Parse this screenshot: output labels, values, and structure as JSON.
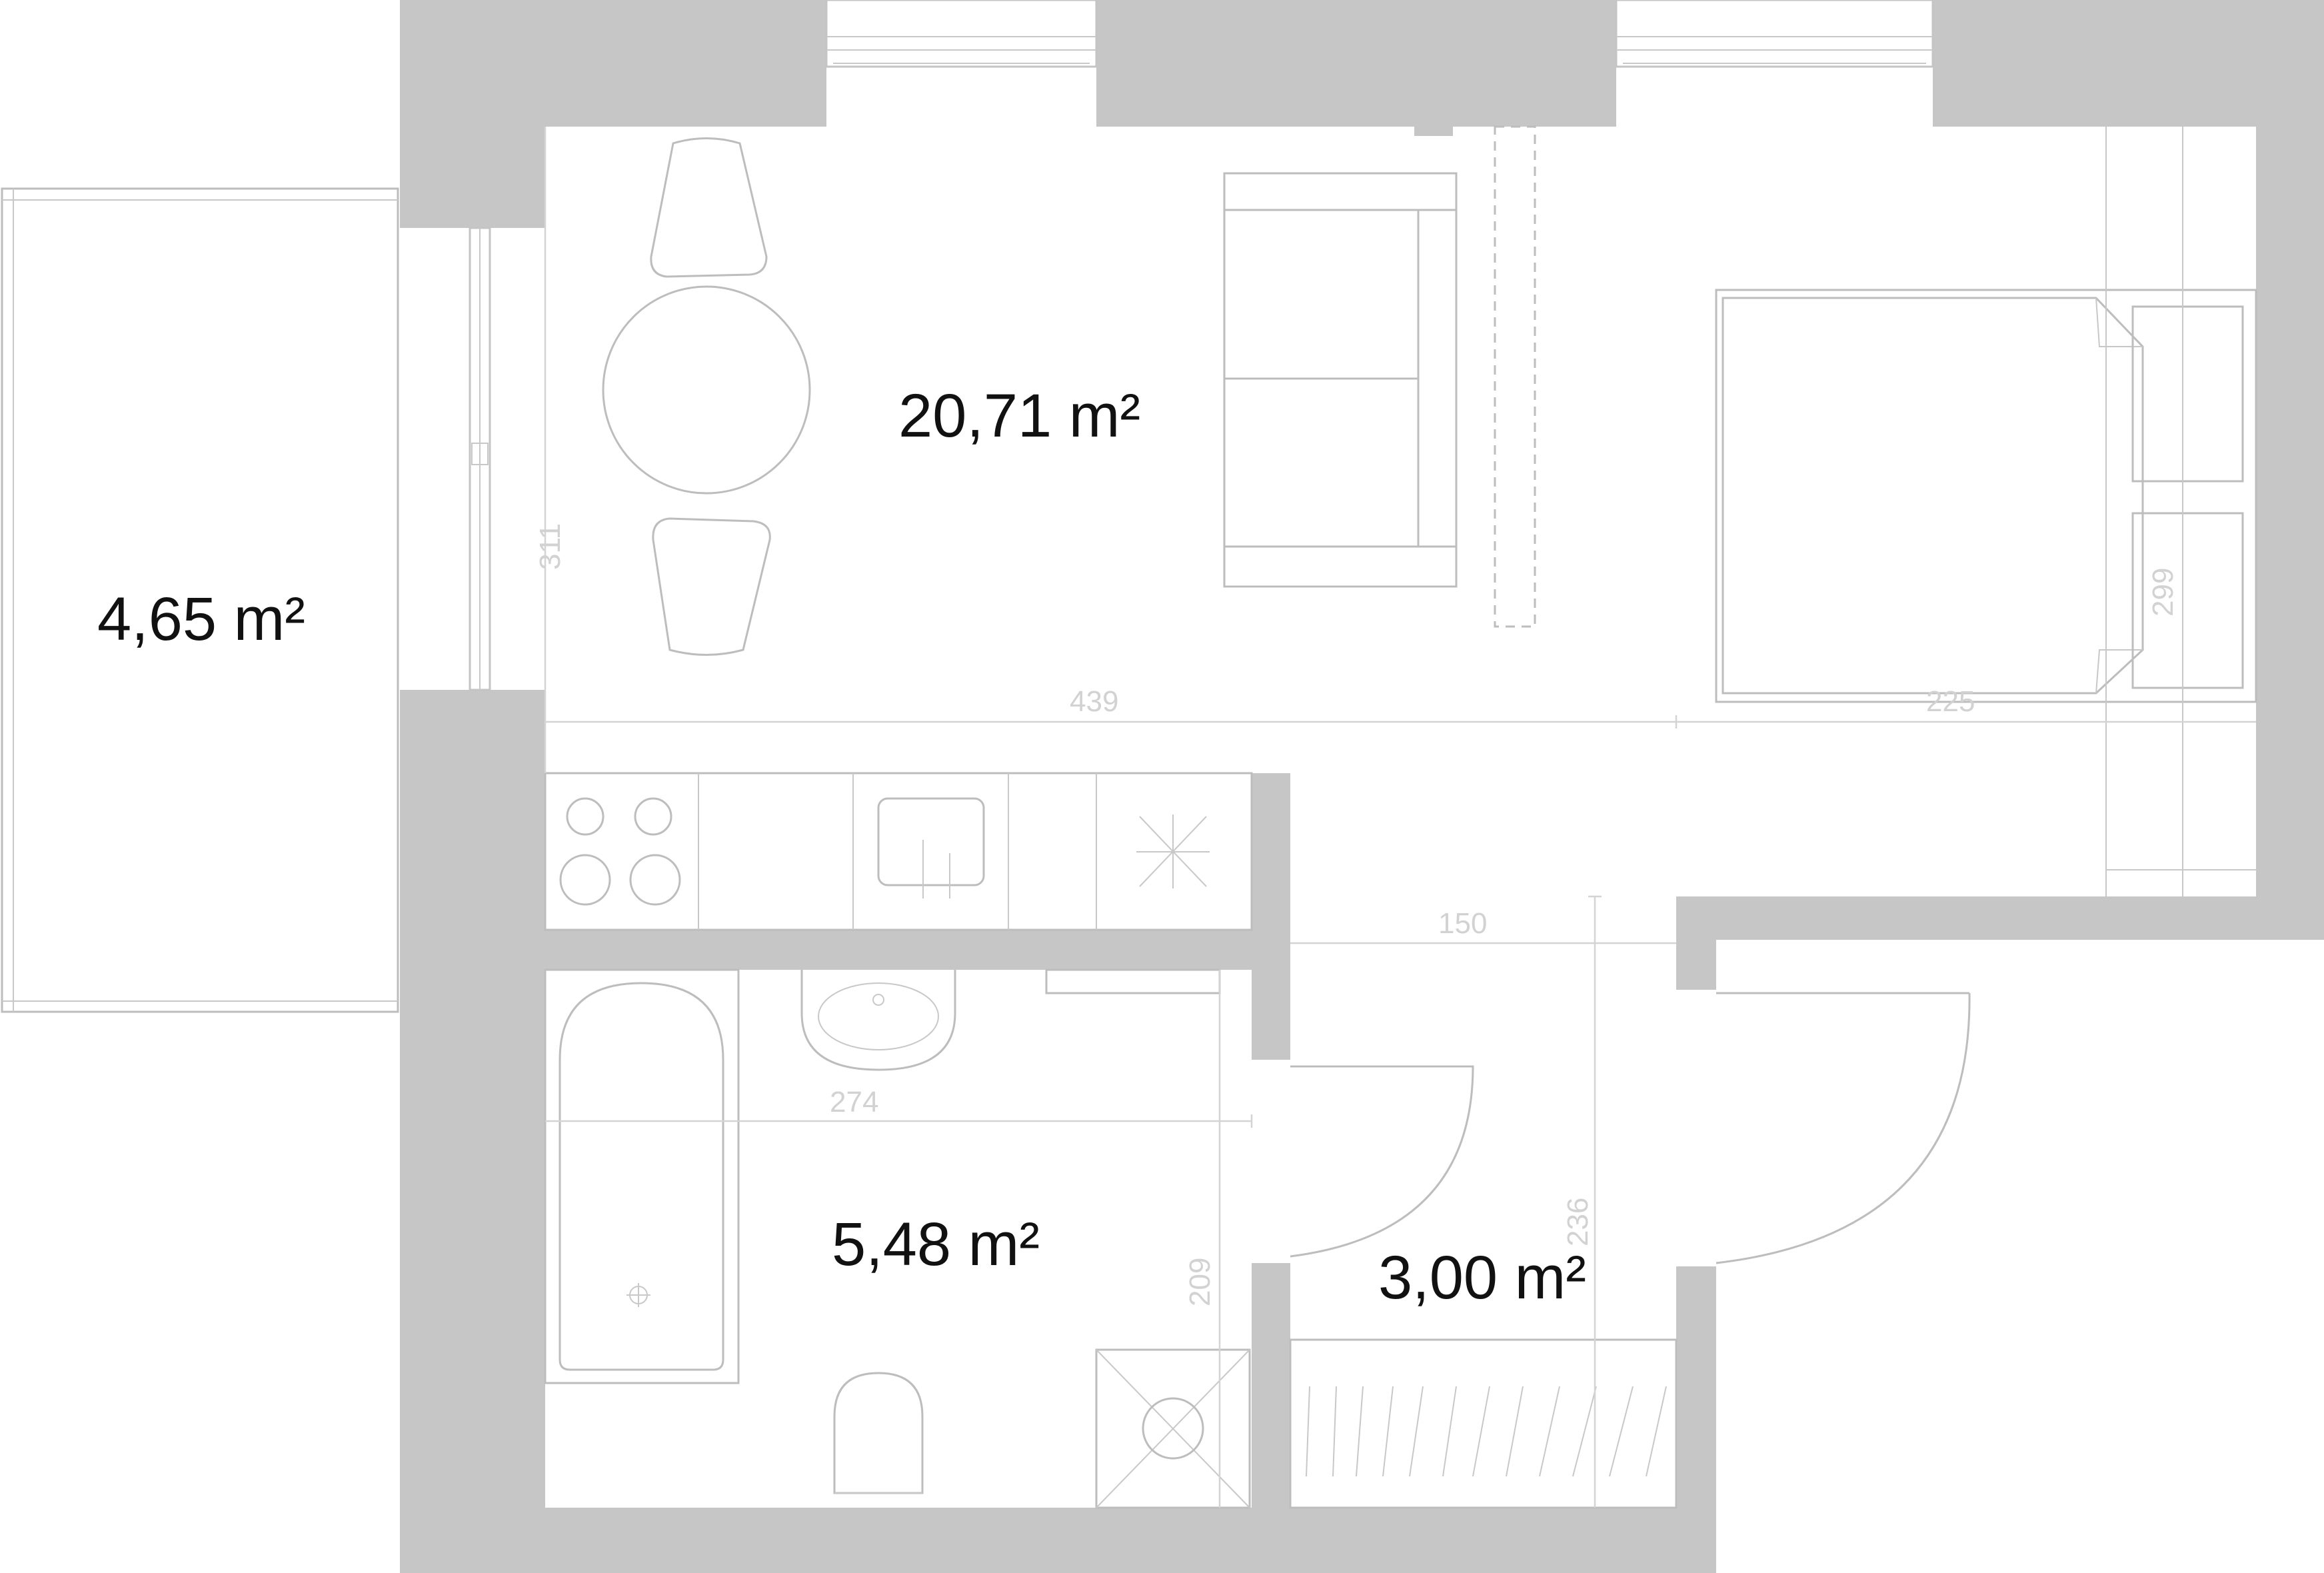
{
  "rooms": {
    "living": {
      "area": "20,71 m²"
    },
    "balcony": {
      "area": "4,65 m²"
    },
    "bathroom": {
      "area": "5,48 m²"
    },
    "hallway": {
      "area": "3,00 m²"
    }
  },
  "dimensions": {
    "living_width": "439",
    "bed_zone_width": "225",
    "living_depth": "311",
    "bed_zone_depth": "299",
    "hall_width": "150",
    "bath_width": "274",
    "bath_depth": "209",
    "hall_depth": "236"
  },
  "colors": {
    "wall": "#c6c6c6",
    "furniture_line": "#bdbdbd",
    "dimension_text": "#d2d2d2",
    "area_text": "#111111"
  }
}
